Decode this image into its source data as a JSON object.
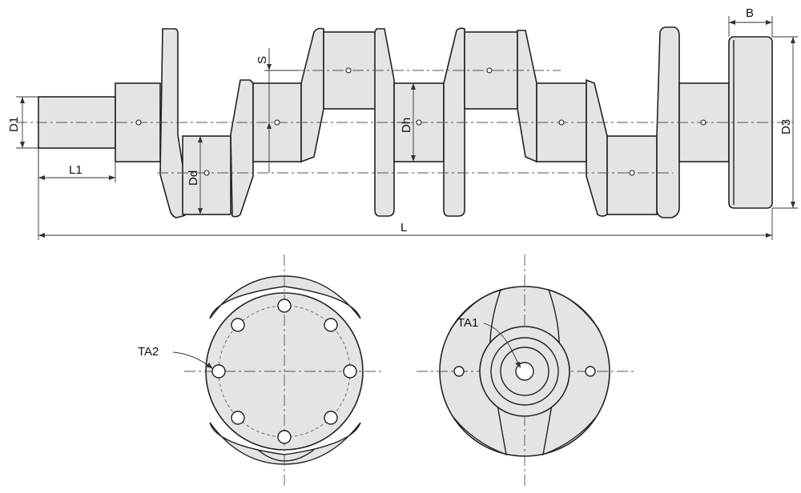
{
  "labels": {
    "b": "B",
    "s": "S",
    "d1": "D1",
    "dh": "Dh",
    "dd": "Dd",
    "d3": "D3",
    "l1": "L1",
    "l": "L",
    "ta1": "TA1",
    "ta2": "TA2"
  },
  "colors": {
    "fill": "#e4e4e4",
    "stroke": "#222222"
  }
}
